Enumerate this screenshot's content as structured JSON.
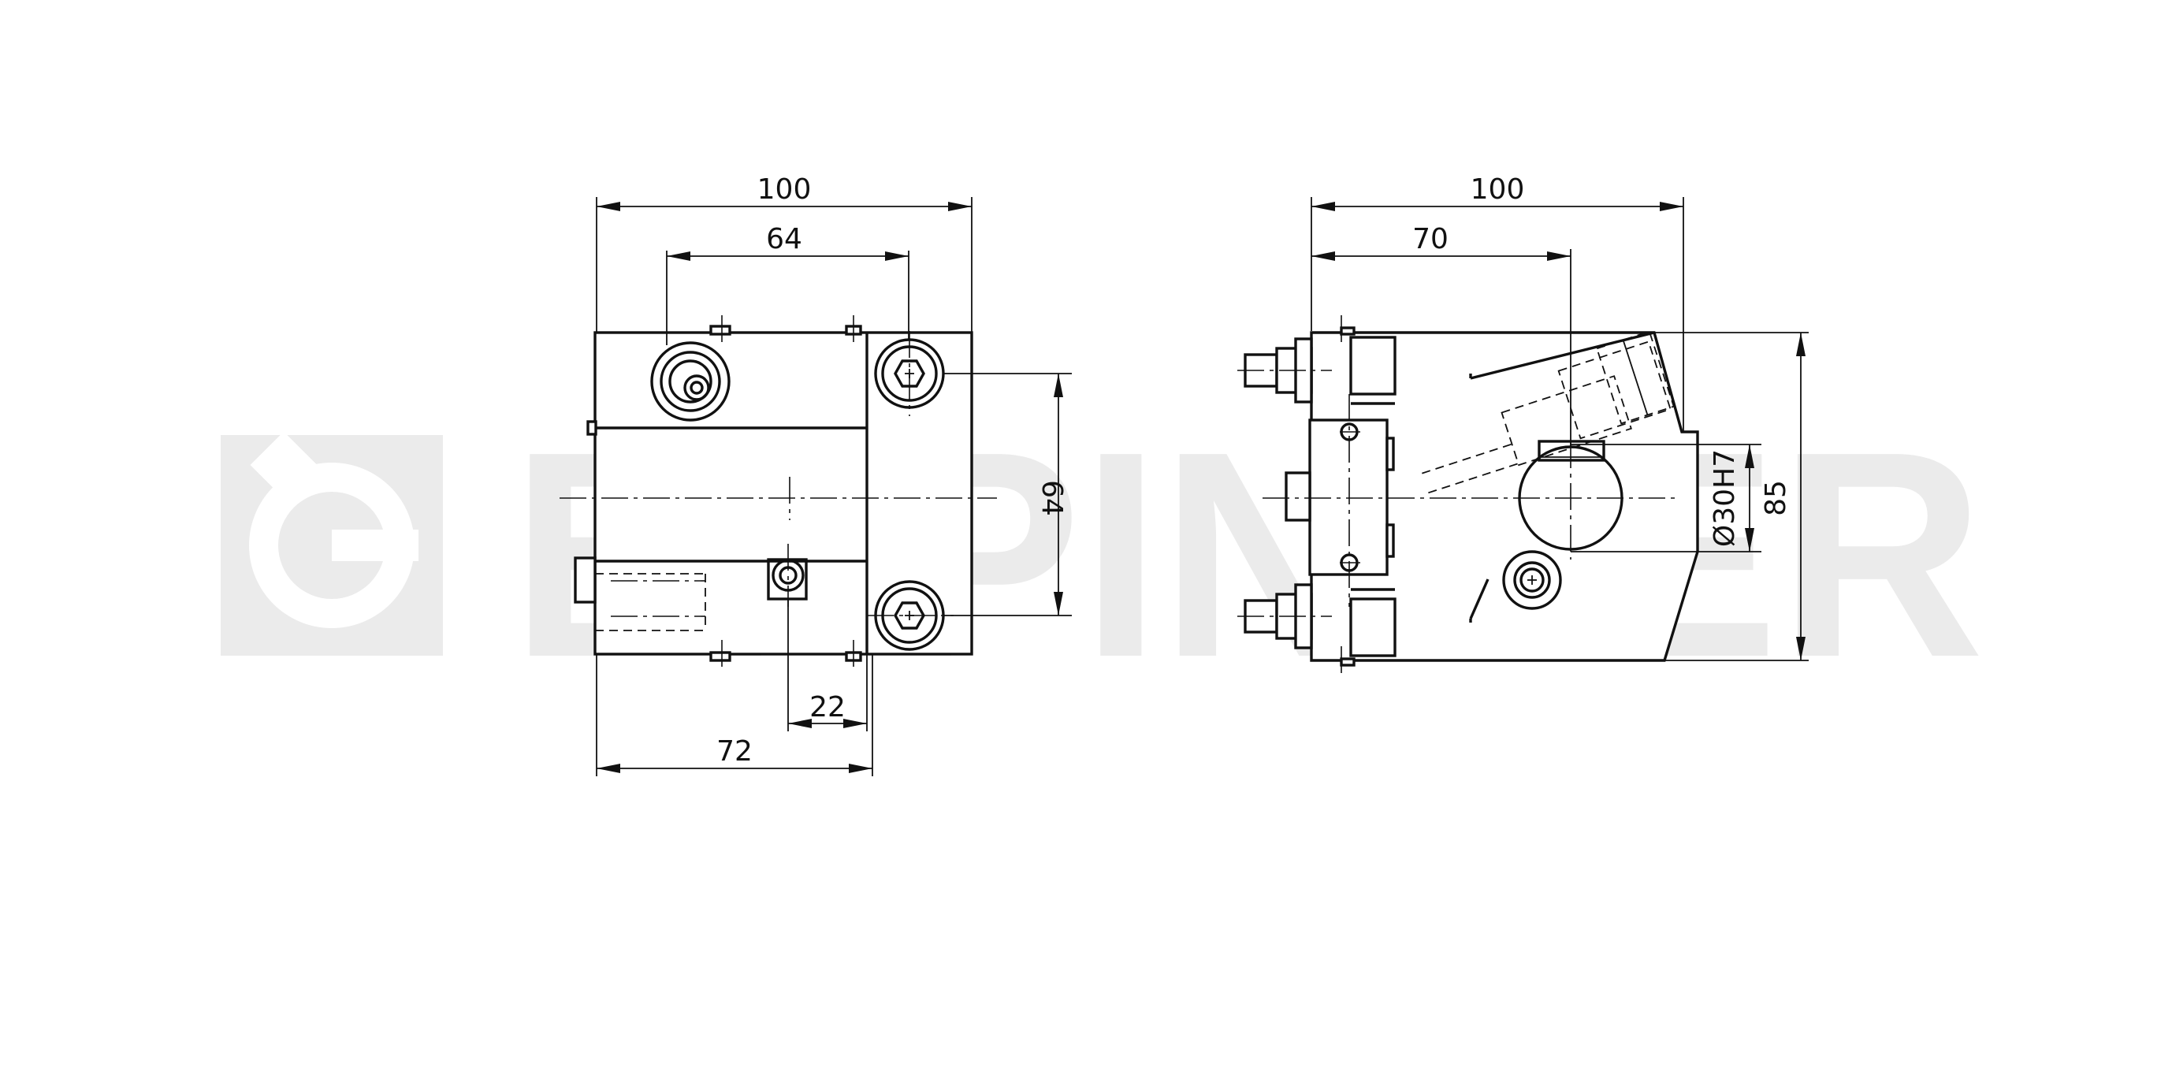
{
  "watermark": {
    "brand": "EPPINGER",
    "logo_icon": "eppinger-logo-icon",
    "color": "#ebebeb"
  },
  "line_color": "#111111",
  "front_view": {
    "dimensions": {
      "overall_width": "100",
      "bolt_spacing": "64",
      "vertical_spacing": "64",
      "offset": "22",
      "base_width": "72"
    }
  },
  "side_view": {
    "dimensions": {
      "overall_width": "100",
      "bore_position": "70",
      "bore_diameter": "Ø30H7",
      "height": "85"
    }
  }
}
